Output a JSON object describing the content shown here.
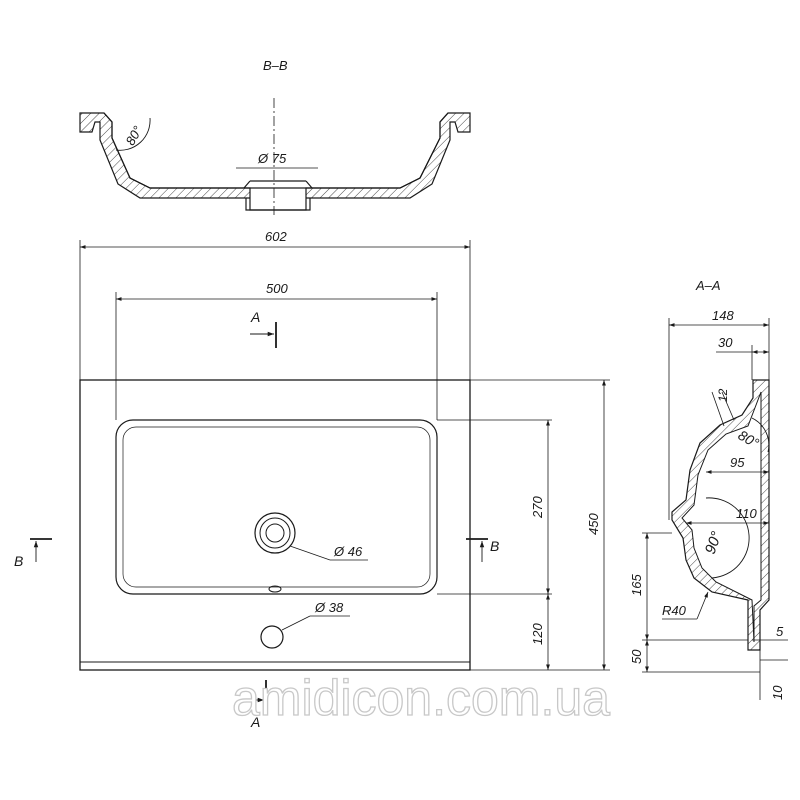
{
  "sections": {
    "bb": "B–B",
    "aa": "A–A"
  },
  "markers": {
    "a_top": "A",
    "a_bottom": "A",
    "b_left": "B",
    "b_right": "B"
  },
  "dimensions": {
    "top_angle": "80°",
    "drain_diameter_section": "Ø 75",
    "overall_width": "602",
    "bowl_width": "500",
    "bowl_depth": "270",
    "overall_depth": "450",
    "front_to_tap": "120",
    "drain_diameter": "Ø 46",
    "tap_hole_diameter": "Ø 38",
    "side_width": "148",
    "rim_width": "30",
    "wall_thickness": "12",
    "side_angle": "80°",
    "inner_offset": "95",
    "drain_offset": "110",
    "drain_angle": "90°",
    "height": "165",
    "radius": "R40",
    "skirt": "50",
    "lip": "5",
    "lip_height": "10"
  },
  "watermark": "amidicon.com.ua"
}
